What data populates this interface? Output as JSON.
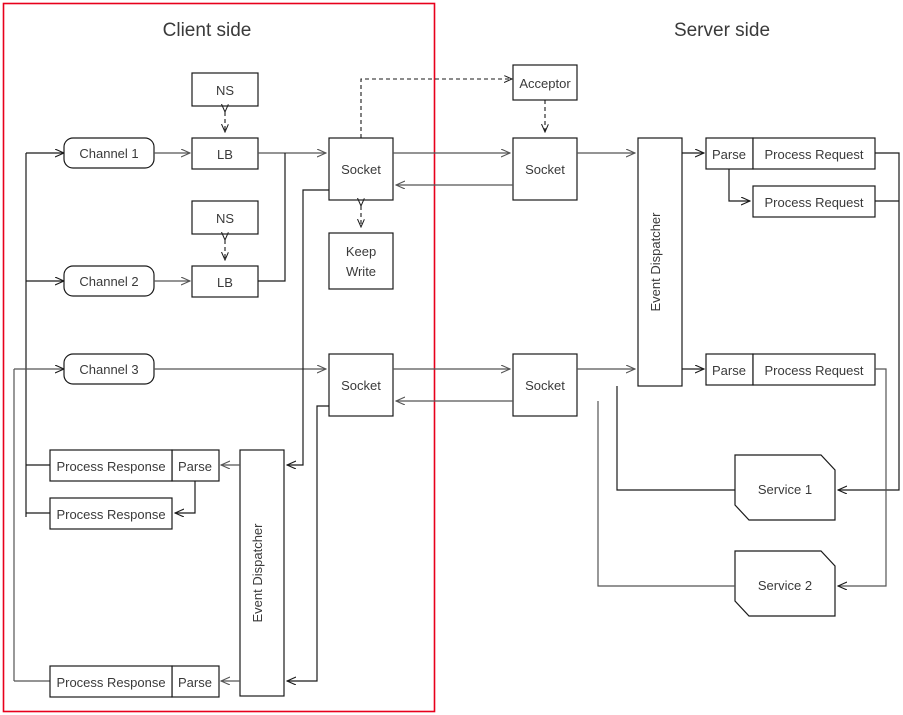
{
  "diagram": {
    "title_client": "Client side",
    "title_server": "Server side",
    "boundary_color": "#e8001c",
    "line_color": "#1a1a1a",
    "text_color": "#3a3a3a",
    "background": "#ffffff"
  },
  "client": {
    "channels": [
      {
        "label": "Channel 1"
      },
      {
        "label": "Channel 2"
      },
      {
        "label": "Channel 3"
      }
    ],
    "name_services": [
      {
        "label": "NS"
      },
      {
        "label": "NS"
      }
    ],
    "load_balancers": [
      {
        "label": "LB"
      },
      {
        "label": "LB"
      }
    ],
    "sockets": [
      {
        "label": "Socket"
      },
      {
        "label": "Socket"
      }
    ],
    "keep_write": {
      "label": "Keep Write",
      "line1": "Keep",
      "line2": "Write"
    },
    "event_dispatcher": {
      "label": "Event Dispatcher"
    },
    "response_groups": [
      {
        "parse": "Parse",
        "processors": [
          "Process Response",
          "Process Response"
        ]
      },
      {
        "parse": "Parse",
        "processors": [
          "Process Response"
        ]
      }
    ]
  },
  "server": {
    "acceptor": {
      "label": "Acceptor"
    },
    "sockets": [
      {
        "label": "Socket"
      },
      {
        "label": "Socket"
      }
    ],
    "event_dispatcher": {
      "label": "Event Dispatcher"
    },
    "request_groups": [
      {
        "parse": "Parse",
        "processors": [
          "Process Request",
          "Process Request"
        ]
      },
      {
        "parse": "Parse",
        "processors": [
          "Process Request"
        ]
      }
    ],
    "services": [
      {
        "label": "Service 1"
      },
      {
        "label": "Service 2"
      }
    ]
  }
}
